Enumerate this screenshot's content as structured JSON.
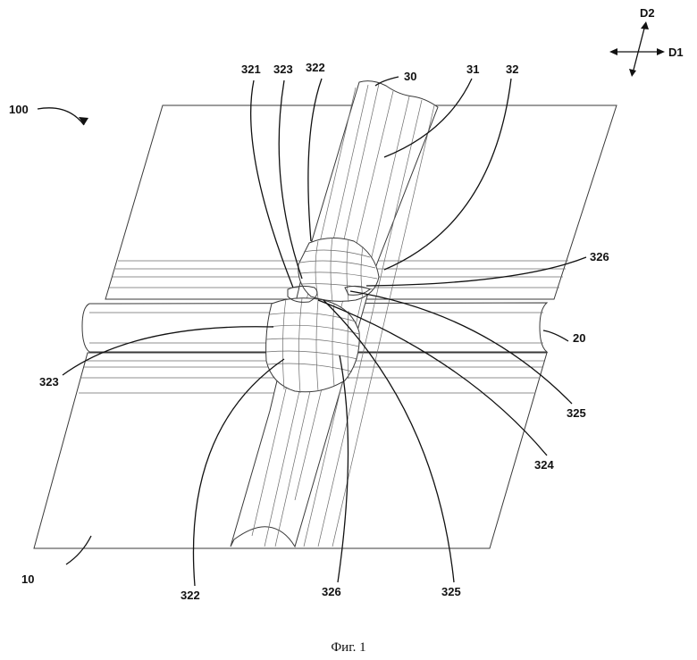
{
  "figure": {
    "caption": "Фиг. 1",
    "directions": {
      "d1": "D1",
      "d2": "D2"
    },
    "reference_labels": {
      "assembly": "100",
      "substrate": "10",
      "first_line": "20",
      "second_line": "30",
      "second_line_body": "31",
      "second_line_layer": "32",
      "label_321": "321",
      "label_322_top": "322",
      "label_322_bottom": "322",
      "label_323_top": "323",
      "label_323_left": "323",
      "label_324": "324",
      "label_325_right": "325",
      "label_325_bottom": "325",
      "label_326_right": "326",
      "label_326_bottom": "326"
    }
  }
}
